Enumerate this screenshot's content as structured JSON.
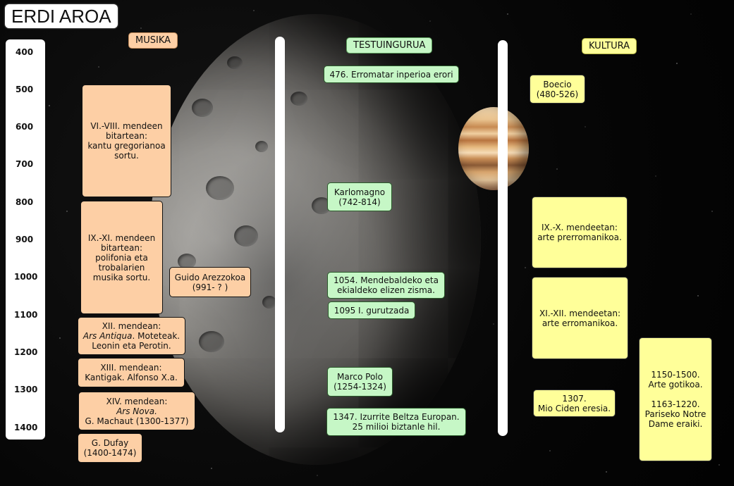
{
  "title": "ERDI AROA",
  "scale": [
    "400",
    "500",
    "600",
    "700",
    "800",
    "900",
    "1000",
    "1100",
    "1200",
    "1300",
    "1400"
  ],
  "headers": {
    "musika": "MUSIKA",
    "testuingurua": "TESTUINGURUA",
    "kultura": "KULTURA"
  },
  "musika": {
    "gregoriano": "VI.-VIII. mendeen\nbitartean:\nkantu gregorianoa\nsortu.",
    "polifonia": "IX.-XI. mendeen\nbitartean:\npolifonia eta\ntrobalarien\nmusika sortu.",
    "guido": "Guido Arezzokoa\n(991- ? )",
    "xii_a": "XII. mendean:",
    "xii_b": "Ars Antiqua",
    "xii_c": ". Moteteak.",
    "xii_d": "Leonin eta Perotin.",
    "xiii": "XIII. mendean:\nKantigak. Alfonso X.a.",
    "xiv_a": "XIV. mendean:",
    "xiv_b": "Ars Nova.",
    "xiv_c": "G. Machaut (1300-1377)",
    "dufay": "G. Dufay\n(1400-1474)"
  },
  "testuingurua": {
    "erromatar": "476. Erromatar inperioa erori",
    "karlomagno": "Karlomagno\n(742-814)",
    "zisma": "1054. Mendebaldeko eta\nekialdeko elizen zisma.",
    "gurutzada": "1095 I. gurutzada",
    "marcopolo": "Marco Polo\n(1254-1324)",
    "izurrite": "1347. Izurrite Beltza Europan.\n25 milioi biztanle hil."
  },
  "kultura": {
    "boecio": "Boecio\n(480-526)",
    "prerromanikoa": "IX.-X. mendeetan:\narte prerromanikoa.",
    "erromanikoa": "XI.-XII. mendeetan:\narte erromanikoa.",
    "mio_cid": "1307.\nMio Ciden eresia.",
    "gotikoa": "1150-1500.\nArte gotikoa.\n\n1163-1220.\nPariseko Notre\nDame eraiki."
  },
  "colors": {
    "musika": "#fdcfa5",
    "testuingurua": "#c6f7c6",
    "kultura": "#ffff99"
  }
}
